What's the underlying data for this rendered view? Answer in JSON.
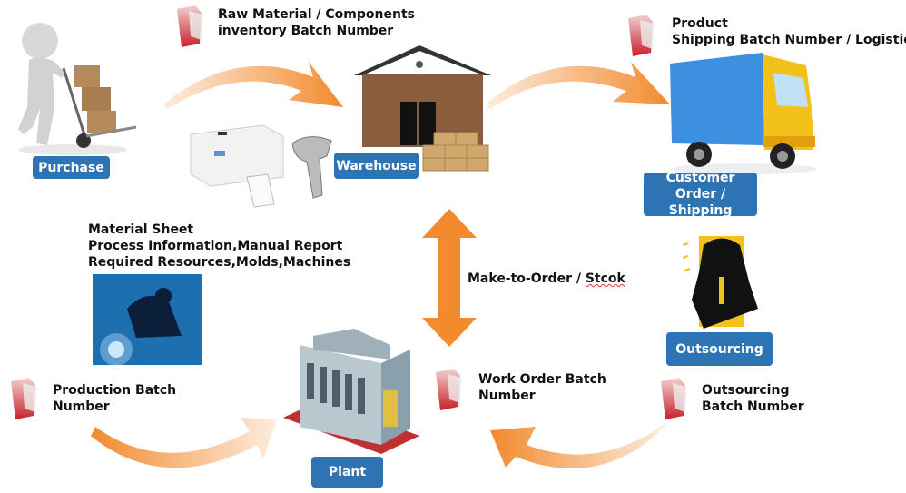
{
  "nodes": {
    "purchase": "Purchase",
    "warehouse": "Warehouse",
    "customer_line1": "Customer",
    "customer_line2": "Order / Shipping",
    "outsourcing": "Outsourcing",
    "plant": "Plant"
  },
  "annotations": {
    "raw_material": [
      "Raw Material / Components",
      "inventory Batch Number"
    ],
    "product": [
      "Product",
      "Shipping Batch Number / Logistics"
    ],
    "material_sheet": [
      "Material Sheet",
      "Process Information,Manual Report",
      "Required Resources,Molds,Machines"
    ],
    "make_to_order": "Make-to-Order / ",
    "make_to_order_misspelled": "Stcok",
    "work_order": [
      "Work Order Batch",
      "Number"
    ],
    "outsourcing_batch": [
      "Outsourcing",
      "Batch Number"
    ],
    "production_batch": [
      "Production Batch",
      "Number"
    ]
  },
  "colors": {
    "badge": "#2e74b5",
    "arrow": "#f28a2e",
    "document_icon": "#d9343a"
  },
  "icons": [
    "document-icon",
    "person-handtruck-icon",
    "warehouse-icon",
    "truck-icon",
    "label-printer-icon",
    "barcode-scanner-icon",
    "welder-icon",
    "outsourcing-worker-icon",
    "factory-icon"
  ]
}
